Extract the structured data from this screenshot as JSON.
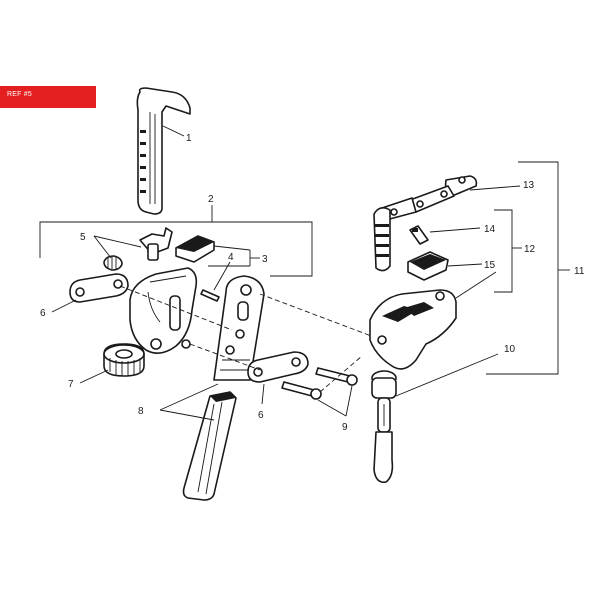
{
  "ref_banner": {
    "label": "REF #5",
    "color": "#e41f1f"
  },
  "callouts": [
    "1",
    "2",
    "3",
    "4",
    "5",
    "6",
    "7",
    "8",
    "6",
    "9",
    "10",
    "11",
    "12",
    "13",
    "14",
    "15"
  ]
}
